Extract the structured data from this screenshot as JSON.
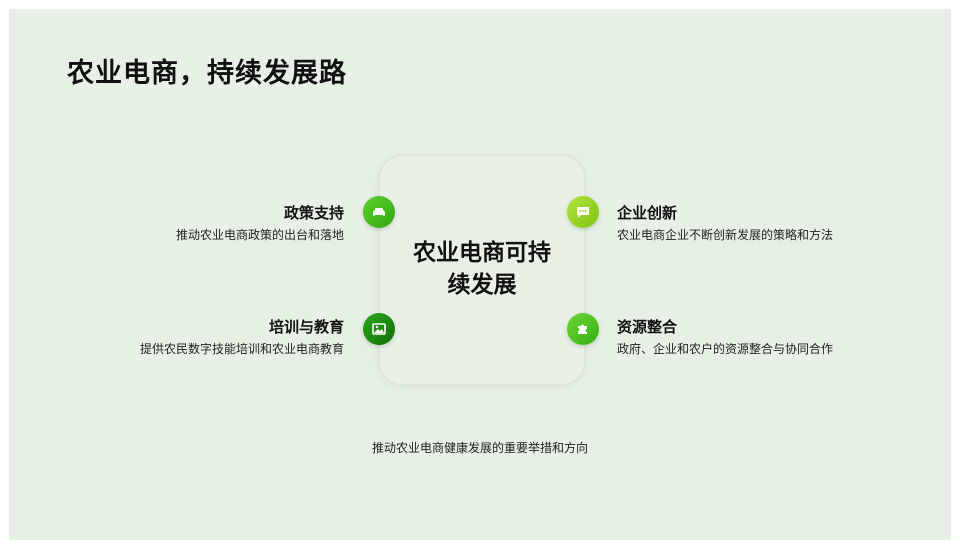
{
  "title": "农业电商，持续发展路",
  "center": {
    "line1": "农业电商可持",
    "line2": "续发展"
  },
  "items": [
    {
      "title": "政策支持",
      "desc": "推动农业电商政策的出台和落地",
      "icon": "sofa-icon",
      "color": "#3db816"
    },
    {
      "title": "培训与教育",
      "desc": "提供农民数字技能培训和农业电商教育",
      "icon": "image-icon",
      "color": "#178a0f"
    },
    {
      "title": "企业创新",
      "desc": "农业电商企业不断创新发展的策略和方法",
      "icon": "chat-icon",
      "color": "#8fd11a"
    },
    {
      "title": "资源整合",
      "desc": "政府、企业和农户的资源整合与协同合作",
      "icon": "puzzle-icon",
      "color": "#4ac21a"
    }
  ],
  "footer": "推动农业电商健康发展的重要举措和方向"
}
